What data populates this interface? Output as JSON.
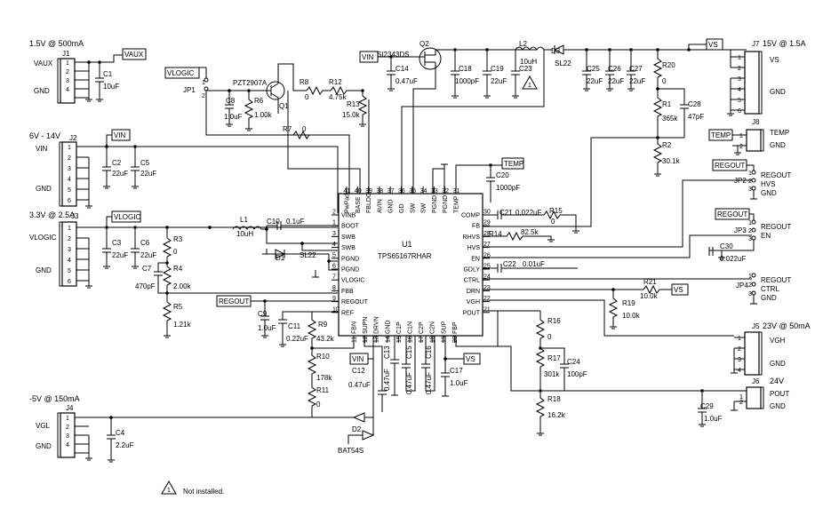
{
  "ic": {
    "ref": "U1",
    "part": "TPS65167RHAR",
    "pins_left": [
      {
        "num": "2",
        "name": "VINB"
      },
      {
        "num": "1",
        "name": "BOOT"
      },
      {
        "num": "3",
        "name": "SWB"
      },
      {
        "num": "4",
        "name": "SWB"
      },
      {
        "num": "5",
        "name": "PGND"
      },
      {
        "num": "6",
        "name": "PGND"
      },
      {
        "num": "7",
        "name": "VLOGIC"
      },
      {
        "num": "8",
        "name": "FBB"
      },
      {
        "num": "9",
        "name": "REGOUT"
      },
      {
        "num": "10",
        "name": "REF"
      }
    ],
    "pins_right": [
      {
        "num": "30",
        "name": "COMP"
      },
      {
        "num": "29",
        "name": "FB"
      },
      {
        "num": "28",
        "name": "RHVS"
      },
      {
        "num": "27",
        "name": "HVS"
      },
      {
        "num": "26",
        "name": "EN"
      },
      {
        "num": "25",
        "name": "GDLY"
      },
      {
        "num": "24",
        "name": "CTRL"
      },
      {
        "num": "23",
        "name": "DRN"
      },
      {
        "num": "22",
        "name": "VGH"
      },
      {
        "num": "21",
        "name": "POUT"
      }
    ],
    "pins_top": [
      {
        "num": "41",
        "name": "PwPad"
      },
      {
        "num": "40",
        "name": "BASE"
      },
      {
        "num": "39",
        "name": "FBLDO"
      },
      {
        "num": "38",
        "name": "AVIN"
      },
      {
        "num": "37",
        "name": "GND"
      },
      {
        "num": "36",
        "name": "GD"
      },
      {
        "num": "35",
        "name": "SW"
      },
      {
        "num": "34",
        "name": "SW"
      },
      {
        "num": "33",
        "name": "PGND"
      },
      {
        "num": "32",
        "name": "PGND"
      },
      {
        "num": "31",
        "name": "TEMP"
      }
    ],
    "pins_bottom": [
      {
        "num": "11",
        "name": "FBN"
      },
      {
        "num": "12",
        "name": "SUPN"
      },
      {
        "num": "13",
        "name": "DRVN"
      },
      {
        "num": "14",
        "name": "GND"
      },
      {
        "num": "15",
        "name": "C1P"
      },
      {
        "num": "16",
        "name": "C1N"
      },
      {
        "num": "17",
        "name": "C2P"
      },
      {
        "num": "18",
        "name": "C2N"
      },
      {
        "num": "19",
        "name": "SUP"
      },
      {
        "num": "20",
        "name": "FBP"
      }
    ]
  },
  "connectors": {
    "j1": {
      "ref": "J1",
      "rating": "1.5V @ 500mA",
      "net": "VAUX",
      "gnd": "GND",
      "pins": [
        "1",
        "2",
        "3",
        "4"
      ]
    },
    "j2": {
      "ref": "J2",
      "rating": "6V - 14V",
      "net": "VIN",
      "gnd": "GND",
      "pins": [
        "1",
        "2",
        "3",
        "4",
        "5",
        "6"
      ]
    },
    "j3": {
      "ref": "J3",
      "rating": "3.3V @ 2.5A",
      "net": "VLOGIC",
      "gnd": "GND",
      "pins": [
        "1",
        "2",
        "3",
        "4",
        "5",
        "6"
      ]
    },
    "j4": {
      "ref": "J4",
      "rating": "-5V @ 150mA",
      "net": "VGL",
      "gnd": "GND",
      "pins": [
        "1",
        "2",
        "3",
        "4"
      ]
    },
    "j5": {
      "ref": "J5",
      "rating": "23V @ 50mA",
      "net": "VGH",
      "gnd": "GND",
      "pins": [
        "1",
        "2",
        "3",
        "4"
      ]
    },
    "j6": {
      "ref": "J6",
      "rating": "24V",
      "net": "POUT",
      "gnd": "GND",
      "pins": [
        "1",
        "2"
      ]
    },
    "j7": {
      "ref": "J7",
      "rating": "15V @ 1.5A",
      "net": "VS",
      "gnd": "GND",
      "pins": [
        "1",
        "2",
        "3",
        "4",
        "5",
        "6"
      ]
    },
    "j8": {
      "ref": "J8",
      "net": "TEMP",
      "gnd": "GND",
      "pins": [
        "1",
        "2"
      ]
    }
  },
  "jumpers": {
    "jp1": {
      "ref": "JP1",
      "pins": [
        "1",
        "2"
      ]
    },
    "jp2": {
      "ref": "JP2",
      "a": "REGOUT",
      "b": "HVS",
      "c": "GND",
      "pins": [
        "1",
        "2",
        "3"
      ]
    },
    "jp3": {
      "ref": "JP3",
      "a": "REGOUT",
      "b": "EN",
      "c": "GND",
      "pins": [
        "1",
        "2",
        "3"
      ]
    },
    "jp4": {
      "ref": "JP4",
      "a": "REGOUT",
      "b": "CTRL",
      "c": "GND",
      "pins": [
        "1",
        "2",
        "3"
      ]
    }
  },
  "net_labels": {
    "vaux": "VAUX",
    "vlogic_top": "VLOGIC",
    "vin_top": "VIN",
    "vin_j2": "VIN",
    "vlogic_j3": "VLOGIC",
    "vs_top": "VS",
    "temp_label": "TEMP",
    "temp_j8": "TEMP",
    "regout_jp2": "REGOUT",
    "regout_jp3": "REGOUT",
    "regout_jp4": "REGOUT",
    "regout_left": "REGOUT",
    "vs_r21": "VS",
    "vin_bottom": "VIN",
    "vs_bottom": "VS"
  },
  "components": {
    "c1": {
      "ref": "C1",
      "value": "10uF"
    },
    "c2": {
      "ref": "C2",
      "value": "22uF"
    },
    "c5": {
      "ref": "C5",
      "value": "22uF"
    },
    "c3": {
      "ref": "C3",
      "value": "22uF"
    },
    "c6": {
      "ref": "C6",
      "value": "22uF"
    },
    "c4": {
      "ref": "C4",
      "value": "2.2uF"
    },
    "c7": {
      "ref": "C7",
      "value": "470pF"
    },
    "c8": {
      "ref": "C8",
      "value": "1.0uF"
    },
    "c9": {
      "ref": "C9",
      "value": "1.0uF"
    },
    "c10": {
      "ref": "C10",
      "value": "0.1uF"
    },
    "c11": {
      "ref": "C11",
      "value": "0.22uF"
    },
    "c12": {
      "ref": "C12",
      "value": "0.47uF"
    },
    "c13": {
      "ref": "C13",
      "value": "0.47uF"
    },
    "c14": {
      "ref": "C14",
      "value": "0.47uF"
    },
    "c15": {
      "ref": "C15",
      "value": "0.47uF"
    },
    "c16": {
      "ref": "C16",
      "value": "0.47uF"
    },
    "c17": {
      "ref": "C17",
      "value": "1.0uF"
    },
    "c18": {
      "ref": "C18",
      "value": "1000pF"
    },
    "c19": {
      "ref": "C19",
      "value": "22uF"
    },
    "c20": {
      "ref": "C20",
      "value": "1000pF"
    },
    "c21": {
      "ref": "C21",
      "value": "0.022uF"
    },
    "c22": {
      "ref": "C22",
      "value": "0.01uF"
    },
    "c23": {
      "ref": "C23"
    },
    "c24": {
      "ref": "C24",
      "value": "100pF"
    },
    "c25": {
      "ref": "C25",
      "value": "22uF"
    },
    "c26": {
      "ref": "C26",
      "value": "22uF"
    },
    "c27": {
      "ref": "C27",
      "value": "22uF"
    },
    "c28": {
      "ref": "C28",
      "value": "47pF"
    },
    "c29": {
      "ref": "C29",
      "value": "1.0uF"
    },
    "c30": {
      "ref": "C30",
      "value": "0.022uF"
    },
    "r1": {
      "ref": "R1",
      "value": "365k"
    },
    "r2": {
      "ref": "R2",
      "value": "30.1k"
    },
    "r3": {
      "ref": "R3",
      "value": "0"
    },
    "r4": {
      "ref": "R4",
      "value": "2.00k"
    },
    "r5": {
      "ref": "R5",
      "value": "1.21k"
    },
    "r6": {
      "ref": "R6",
      "value": "1.00k"
    },
    "r7": {
      "ref": "R7",
      "value": "0"
    },
    "r8": {
      "ref": "R8",
      "value": "0"
    },
    "r9": {
      "ref": "R9",
      "value": "43.2k"
    },
    "r10": {
      "ref": "R10",
      "value": "178k"
    },
    "r11": {
      "ref": "R11",
      "value": "0"
    },
    "r12": {
      "ref": "R12",
      "value": "4.75k"
    },
    "r13": {
      "ref": "R13",
      "value": "15.0k"
    },
    "r14": {
      "ref": "R14",
      "value": "82.5k"
    },
    "r15": {
      "ref": "R15",
      "value": "0"
    },
    "r16": {
      "ref": "R16",
      "value": "0"
    },
    "r17": {
      "ref": "R17",
      "value": "301k"
    },
    "r18": {
      "ref": "R18",
      "value": "16.2k"
    },
    "r19": {
      "ref": "R19",
      "value": "10.0k"
    },
    "r20": {
      "ref": "R20",
      "value": "0"
    },
    "r21": {
      "ref": "R21",
      "value": "10.0k"
    },
    "l1": {
      "ref": "L1",
      "value": "10uH"
    },
    "l2": {
      "ref": "L2",
      "value": "10uH"
    },
    "q1": {
      "ref": "Q1",
      "part": "PZT2907A"
    },
    "q2": {
      "ref": "Q2",
      "part": "SI2343DS"
    },
    "d1": {
      "ref": "D1",
      "part": "SL22"
    },
    "d2": {
      "ref": "D2",
      "part": "BAT54S"
    },
    "d3": {
      "ref": "D3",
      "part": "SL22"
    }
  },
  "note": {
    "marker": "1",
    "text": "Not installed."
  }
}
